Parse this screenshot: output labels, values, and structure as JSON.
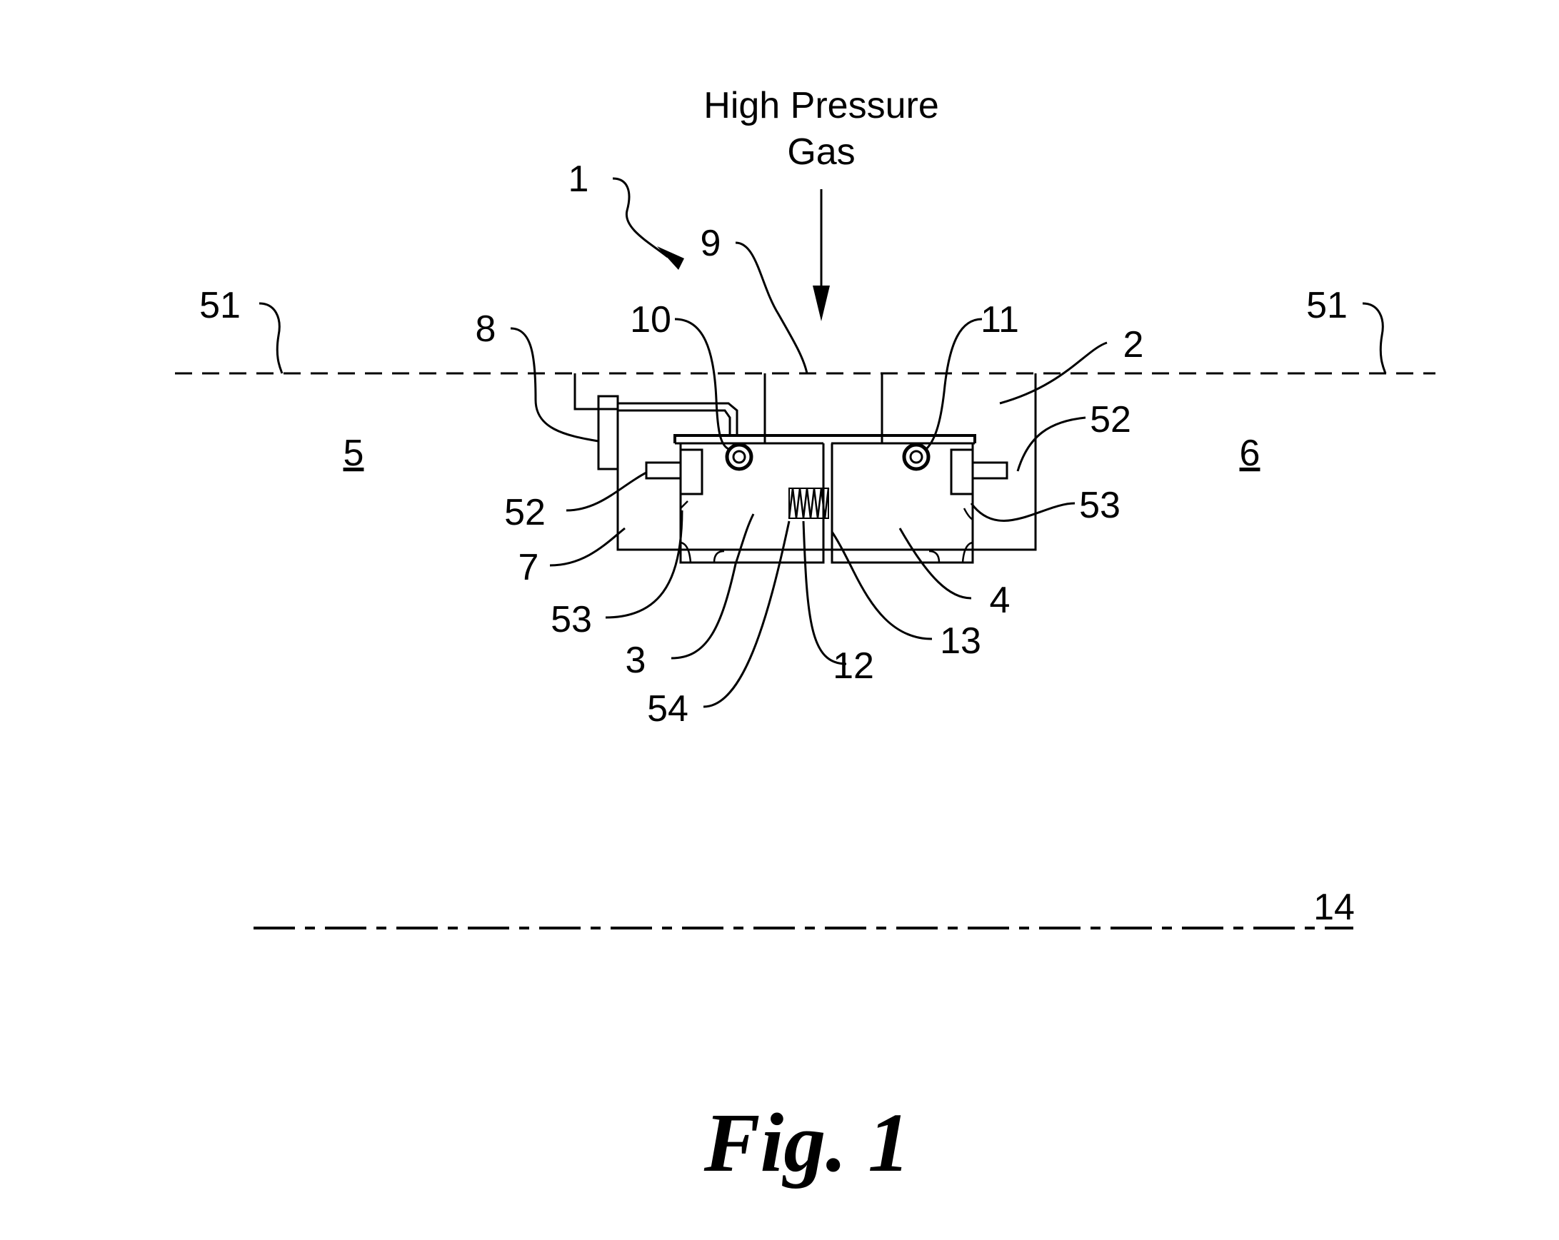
{
  "heading_line1": "High Pressure",
  "heading_line2": "Gas",
  "caption": "Fig. 1",
  "labels": {
    "l1": "1",
    "l2": "2",
    "l3": "3",
    "l4": "4",
    "l5": "5",
    "l6": "6",
    "l7": "7",
    "l8": "8",
    "l9": "9",
    "l10": "10",
    "l11": "11",
    "l12": "12",
    "l13": "13",
    "l14": "14",
    "l51": "51",
    "l52": "52",
    "l53": "53",
    "l54": "54"
  },
  "colors": {
    "ink": "#000000",
    "paper": "#ffffff"
  }
}
